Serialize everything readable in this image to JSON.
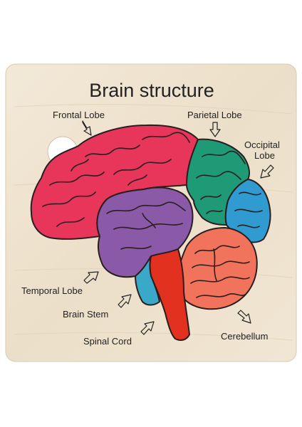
{
  "title": "Brain structure",
  "labels": {
    "frontal": "Frontal Lobe",
    "parietal": "Parietal Lobe",
    "occipital_1": "Occipital",
    "occipital_2": "Lobe",
    "temporal": "Temporal Lobe",
    "brain_stem": "Brain Stem",
    "spinal_cord": "Spinal Cord",
    "cerebellum": "Cerebellum"
  },
  "colors": {
    "board": "#efe3d0",
    "frontal": "#e8355a",
    "parietal": "#1e9a77",
    "occipital": "#2f9bd0",
    "temporal": "#8a5aa8",
    "brain_stem": "#3aa9c9",
    "spinal_cord": "#e2311f",
    "cerebellum": "#f2735b"
  }
}
